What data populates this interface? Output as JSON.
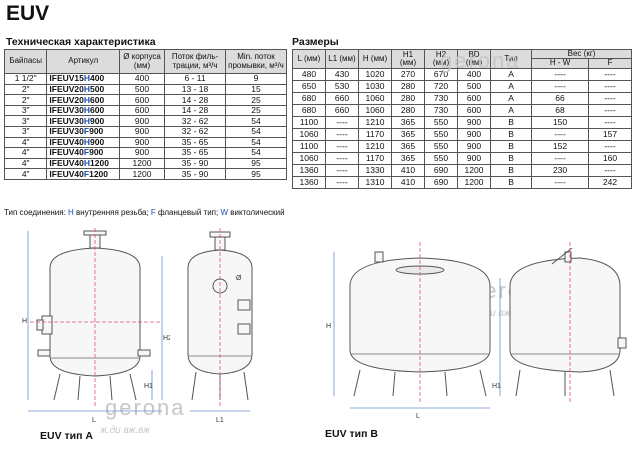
{
  "title": "EUV",
  "spec": {
    "heading": "Техническая характеристика",
    "headers": [
      "Байпасы",
      "Артикул",
      "Ø корпуса (мм)",
      "Поток филь-трации, м³/ч",
      "Min. поток промывки, м³/ч"
    ],
    "rows": [
      {
        "bypass": "1 1/2\"",
        "pre": "IFEUV15",
        "letter": "H",
        "post": "400",
        "d": "400",
        "flow": "6 - 11",
        "min": "9"
      },
      {
        "bypass": "2\"",
        "pre": "IFEUV20",
        "letter": "H",
        "post": "500",
        "d": "500",
        "flow": "13 - 18",
        "min": "15"
      },
      {
        "bypass": "2\"",
        "pre": "IFEUV20",
        "letter": "H",
        "post": "600",
        "d": "600",
        "flow": "14 - 28",
        "min": "25"
      },
      {
        "bypass": "3\"",
        "pre": "IFEUV30",
        "letter": "H",
        "post": "600",
        "d": "600",
        "flow": "14 - 28",
        "min": "25"
      },
      {
        "bypass": "3\"",
        "pre": "IFEUV30",
        "letter": "H",
        "post": "900",
        "d": "900",
        "flow": "32 - 62",
        "min": "54"
      },
      {
        "bypass": "3\"",
        "pre": "IFEUV30",
        "letter": "F",
        "post": "900",
        "d": "900",
        "flow": "32 - 62",
        "min": "54"
      },
      {
        "bypass": "4\"",
        "pre": "IFEUV40",
        "letter": "H",
        "post": "900",
        "d": "900",
        "flow": "35 - 65",
        "min": "54"
      },
      {
        "bypass": "4\"",
        "pre": "IFEUV40",
        "letter": "F",
        "post": "900",
        "d": "900",
        "flow": "35 - 65",
        "min": "54"
      },
      {
        "bypass": "4\"",
        "pre": "IFEUV40",
        "letter": "H",
        "post": "1200",
        "d": "1200",
        "flow": "35 - 90",
        "min": "95"
      },
      {
        "bypass": "4\"",
        "pre": "IFEUV40",
        "letter": "F",
        "post": "1200",
        "d": "1200",
        "flow": "35 - 90",
        "min": "95"
      }
    ],
    "note": {
      "prefix": "Тип соединения: ",
      "h": "H",
      "h_text": " внутренняя резьба; ",
      "f": "F",
      "f_text": " фланцевый тип; ",
      "w": "W",
      "w_text": " виктолический"
    }
  },
  "sizes": {
    "heading": "Размеры",
    "headers": [
      "L (мм)",
      "L1 (мм)",
      "H (мм)",
      "H1 (мм)",
      "H2 (мм)",
      "BD (мм)",
      "Тип"
    ],
    "weight_header": "Вес (кг)",
    "weight_sub": [
      "H - W",
      "F"
    ],
    "rows": [
      [
        "480",
        "430",
        "1020",
        "270",
        "670",
        "400",
        "A",
        "----",
        "----"
      ],
      [
        "650",
        "530",
        "1030",
        "280",
        "720",
        "500",
        "A",
        "----",
        "----"
      ],
      [
        "680",
        "660",
        "1060",
        "280",
        "730",
        "600",
        "A",
        "66",
        "----"
      ],
      [
        "680",
        "660",
        "1060",
        "280",
        "730",
        "600",
        "A",
        "68",
        "----"
      ],
      [
        "1100",
        "----",
        "1210",
        "365",
        "550",
        "900",
        "B",
        "150",
        "----"
      ],
      [
        "1060",
        "----",
        "1170",
        "365",
        "550",
        "900",
        "B",
        "----",
        "157"
      ],
      [
        "1100",
        "----",
        "1210",
        "365",
        "550",
        "900",
        "B",
        "152",
        "----"
      ],
      [
        "1060",
        "----",
        "1170",
        "365",
        "550",
        "900",
        "B",
        "----",
        "160"
      ],
      [
        "1360",
        "----",
        "1330",
        "410",
        "690",
        "1200",
        "B",
        "230",
        "----"
      ],
      [
        "1360",
        "----",
        "1310",
        "410",
        "690",
        "1200",
        "B",
        "----",
        "242"
      ]
    ]
  },
  "drawings": {
    "caption_a": "EUV тип A",
    "caption_b": "EUV тип B",
    "dims": {
      "L": "L",
      "L1": "L1",
      "H": "H",
      "H1": "H1",
      "H2": "H2",
      "D": "Ø"
    }
  },
  "watermark": {
    "brand": "gerona",
    "slogan": "ж.ди вж.вж"
  }
}
